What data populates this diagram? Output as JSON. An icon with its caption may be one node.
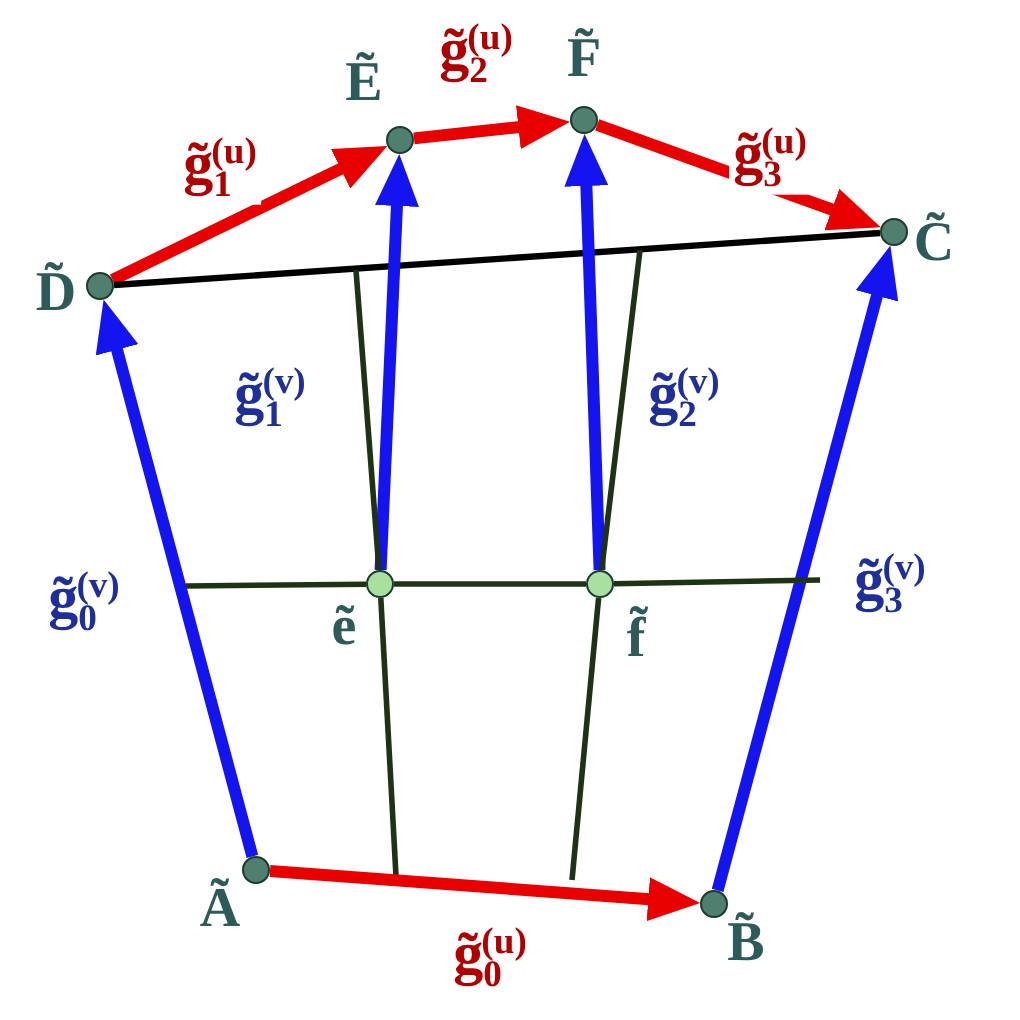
{
  "diagram": {
    "nodes": [
      {
        "text": [],
        "shape": "circle",
        "beside": [
          "Ẽ"
        ]
      },
      {
        "text": [],
        "shape": "circle",
        "beside": [
          "F̃"
        ]
      },
      {
        "text": [],
        "shape": "circle",
        "beside": [
          "D̃"
        ]
      },
      {
        "text": [],
        "shape": "circle",
        "beside": [
          "C̃"
        ]
      },
      {
        "text": [],
        "shape": "circle",
        "beside": [
          "ẽ"
        ]
      },
      {
        "text": [],
        "shape": "circle",
        "beside": [
          "f̃"
        ]
      },
      {
        "text": [],
        "shape": "circle",
        "beside": [
          "Ã"
        ]
      },
      {
        "text": [],
        "shape": "circle",
        "beside": [
          "B̃"
        ]
      }
    ],
    "edges": [
      {
        "from": 2,
        "to": 0,
        "arrow": "to",
        "label": "g̃$_{1}$$^{(u)}$",
        "style": "thick",
        "color": "#e80000"
      },
      {
        "from": 0,
        "to": 1,
        "arrow": "to",
        "label": "g̃$_{2}$$^{(u)}$",
        "style": "thick",
        "color": "#e80000"
      },
      {
        "from": 1,
        "to": 3,
        "arrow": "to",
        "label": "g̃$_{3}$$^{(u)}$",
        "style": "thick",
        "color": "#e80000"
      },
      {
        "from": 2,
        "to": 3,
        "arrow": "none",
        "color": "#000000"
      },
      {
        "from": 6,
        "to": 2,
        "arrow": "to",
        "label": "g̃$_{0}$$^{(v)}$",
        "style": "thick",
        "color": "#1414f0"
      },
      {
        "from": 4,
        "to": 0,
        "arrow": "to",
        "label": "g̃$_{1}$$^{(v)}$",
        "style": "thick",
        "color": "#1414f0"
      },
      {
        "from": 5,
        "to": 1,
        "arrow": "to",
        "label": "g̃$_{2}$$^{(v)}$",
        "style": "thick",
        "color": "#1414f0"
      },
      {
        "from": 7,
        "to": 3,
        "arrow": "to",
        "label": "g̃$_{3}$$^{(v)}$",
        "style": "thick",
        "color": "#1414f0"
      },
      {
        "from": 4,
        "to": 5,
        "arrow": "none",
        "color": "#1e3314"
      },
      {
        "from": null,
        "to": 4,
        "arrow": "none",
        "color": "#1e3314"
      },
      {
        "from": 5,
        "to": null,
        "arrow": "none",
        "color": "#1e3314"
      },
      {
        "from": null,
        "to": 4,
        "arrow": "none",
        "color": "#1e3314"
      },
      {
        "from": 4,
        "to": null,
        "arrow": "none",
        "color": "#1e3314"
      },
      {
        "from": null,
        "to": 5,
        "arrow": "none",
        "color": "#1e3314"
      },
      {
        "from": 5,
        "to": null,
        "arrow": "none",
        "color": "#1e3314"
      },
      {
        "from": 6,
        "to": 7,
        "arrow": "to",
        "label": "g̃$_{0}$$^{(u)}$",
        "style": "thick",
        "color": "#e80000"
      }
    ]
  }
}
